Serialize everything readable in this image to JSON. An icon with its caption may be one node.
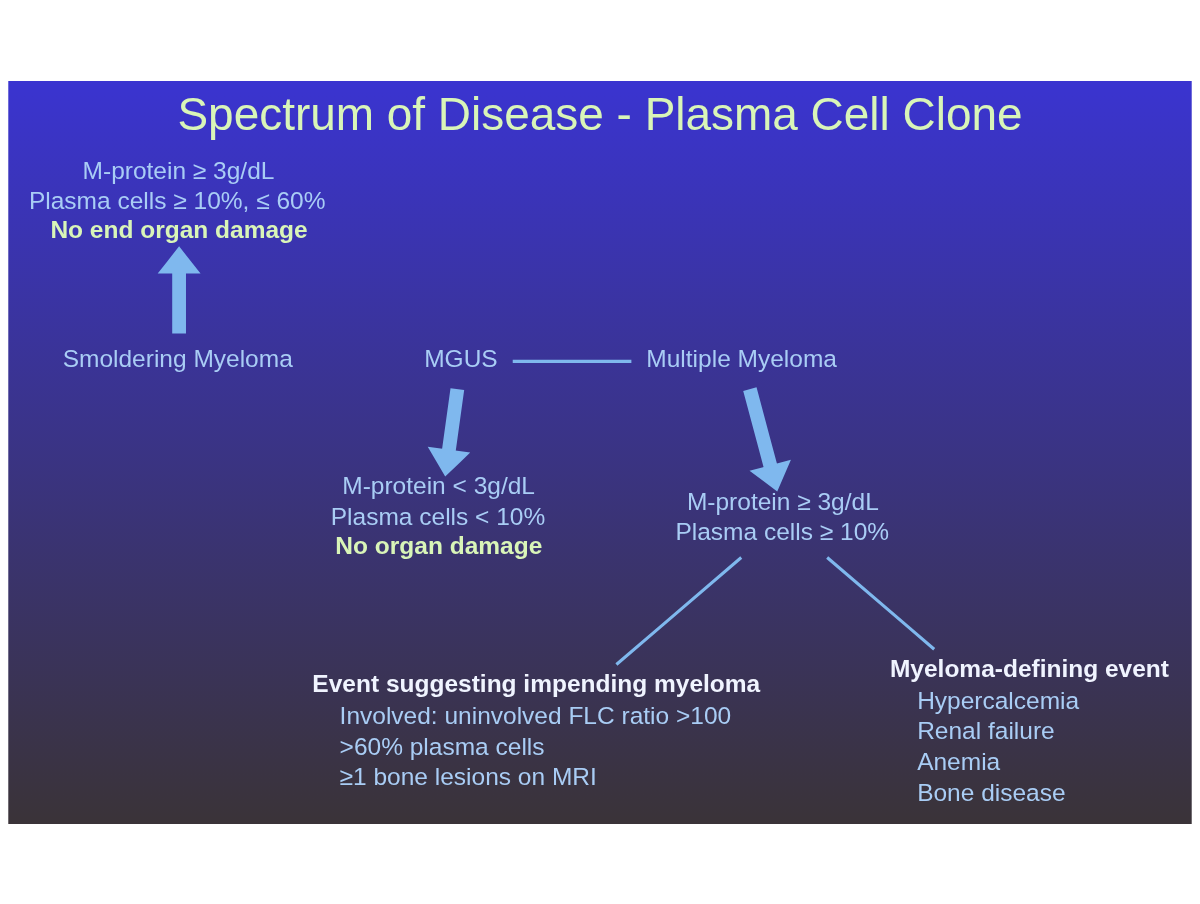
{
  "diagram": {
    "title": "Spectrum of Disease - Plasma Cell Clone",
    "nodes": [
      {
        "text": [
          "MGUS"
        ]
      },
      {
        "text": [
          "Multiple Myeloma"
        ]
      },
      {
        "text": [
          "Smoldering Myeloma"
        ]
      },
      {
        "text": [
          "M-protein ≥ 3g/dL",
          "Plasma cells ≥ 10%, ≤ 60%",
          "No end organ damage"
        ]
      },
      {
        "text": [
          "M-protein < 3g/dL",
          "Plasma cells < 10%",
          "No organ damage"
        ]
      },
      {
        "text": [
          "M-protein ≥ 3g/dL",
          "Plasma cells ≥ 10%"
        ]
      },
      {
        "text": [
          "Event suggesting impending myeloma",
          "Involved: uninvolved FLC ratio >100",
          ">60% plasma cells",
          "≥1 bone lesions on MRI"
        ]
      },
      {
        "text": [
          "Myeloma-defining event",
          "Hypercalcemia",
          "Renal failure",
          "Anemia",
          "Bone disease"
        ]
      }
    ],
    "edges": [
      {
        "from": 0,
        "to": 1,
        "arrow": "none"
      },
      {
        "from": 2,
        "to": 3,
        "arrow": "to",
        "style": "thick"
      },
      {
        "from": 0,
        "to": 4,
        "arrow": "to",
        "style": "thick"
      },
      {
        "from": 1,
        "to": 5,
        "arrow": "to",
        "style": "thick"
      },
      {
        "from": 5,
        "to": 6,
        "arrow": "none"
      },
      {
        "from": 5,
        "to": 7,
        "arrow": "none"
      }
    ]
  }
}
